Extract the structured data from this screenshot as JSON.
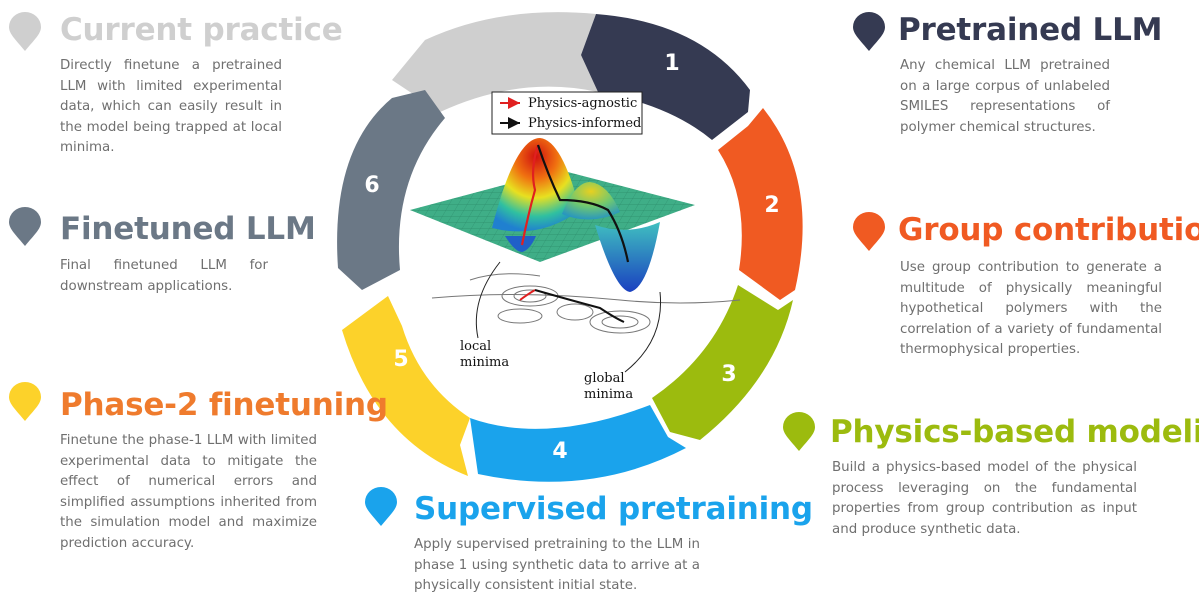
{
  "colors": {
    "gray_light": "#cfcfcf",
    "navy": "#353a52",
    "orange": "#f05a22",
    "green": "#9cbb0e",
    "blue": "#1aa3ec",
    "yellow": "#fcd22a",
    "slate": "#6b7886"
  },
  "cycle": {
    "steps": [
      "1",
      "2",
      "3",
      "4",
      "5",
      "6"
    ]
  },
  "center_figure": {
    "legend": {
      "agnostic": "Physics-agnostic",
      "informed": "Physics-informed"
    },
    "local_label_1": "local",
    "local_label_2": "minima",
    "global_label_1": "global",
    "global_label_2": "minima"
  },
  "sections": {
    "current_practice": {
      "title": "Current practice",
      "text": "Directly finetune a pretrained LLM with limited experimental data, which can easily result in the model being trapped at local minima.",
      "color": "#cfcfcf"
    },
    "finetuned_llm": {
      "title": "Finetuned LLM",
      "text": "Final finetuned LLM for downstream applications.",
      "color": "#6b7886"
    },
    "phase2": {
      "title": "Phase-2 finetuning",
      "text": "Finetune the phase-1 LLM with limited experimental data to mitigate the effect of numerical errors and simplified assumptions inherited from the simulation model and maximize prediction accuracy.",
      "color": "#ef7b2d",
      "pin_color": "#fcd22a"
    },
    "pretrained_llm": {
      "title": "Pretrained LLM",
      "text": "Any chemical LLM pretrained on a large corpus of unlabeled SMILES representations of polymer chemical structures.",
      "color": "#353a52"
    },
    "group_contribution": {
      "title": "Group contribution",
      "text": "Use group contribution to generate a multitude of physically meaningful hypothetical polymers with the correlation of a variety of fundamental thermophysical properties.",
      "color": "#f05a22"
    },
    "physics_modeling": {
      "title": "Physics-based modeling",
      "text": "Build a physics-based model of the physical process leveraging on the fundamental properties from group contribution as input and produce synthetic data.",
      "color": "#9cbb0e"
    },
    "supervised": {
      "title": "Supervised pretraining",
      "text": "Apply supervised pretraining to the LLM in phase 1 using synthetic data to arrive at a physically consistent initial state.",
      "color": "#1aa3ec"
    }
  }
}
